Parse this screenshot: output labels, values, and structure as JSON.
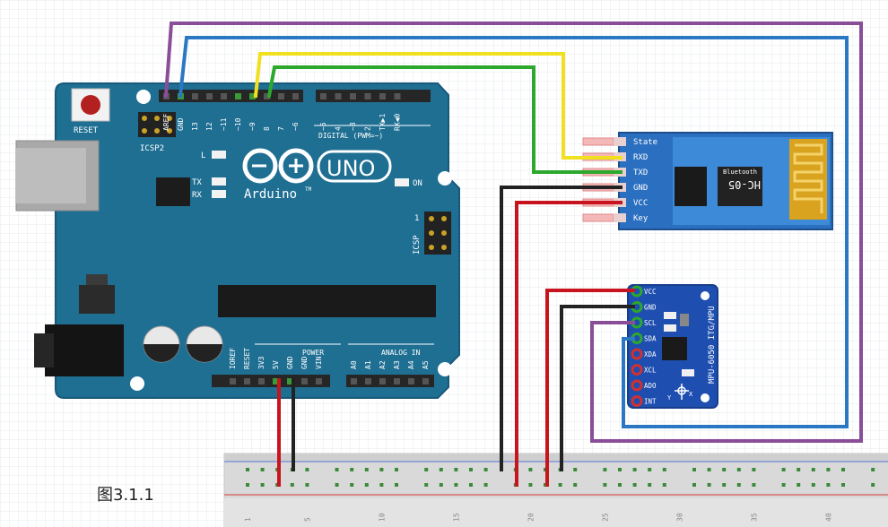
{
  "caption": "图3.1.1",
  "arduino": {
    "reset_label": "RESET",
    "icsp2_label": "ICSP2",
    "icsp_label": "ICSP",
    "icsp_pin1": "1",
    "logo_brand": "Arduino",
    "logo_tm": "TM",
    "logo_model": "UNO",
    "digital_label": "DIGITAL (PWM=~)",
    "power_label": "POWER",
    "analog_label": "ANALOG IN",
    "led_l": "L",
    "led_tx": "TX",
    "led_rx": "RX",
    "led_on": "ON",
    "digital_pins": [
      "AREF",
      "GND",
      "13",
      "12",
      "~11",
      "~10",
      "~9",
      "8",
      "7",
      "~6",
      "~5",
      "4",
      "~3",
      "2",
      "TX▶1",
      "RX◀0"
    ],
    "power_pins": [
      "IOREF",
      "RESET",
      "3V3",
      "5V",
      "GND",
      "GND",
      "VIN"
    ],
    "analog_pins": [
      "A0",
      "A1",
      "A2",
      "A3",
      "A4",
      "A5"
    ]
  },
  "hc05": {
    "pins": [
      "State",
      "RXD",
      "TXD",
      "GND",
      "VCC",
      "Key"
    ],
    "model": "HC-05",
    "brand": "Bluetooth"
  },
  "mpu": {
    "pins": [
      "VCC",
      "GND",
      "SCL",
      "SDA",
      "XDA",
      "XCL",
      "ADO",
      "INT"
    ],
    "model": "MPU-6050 ITG/MPU",
    "axis_x": "X",
    "axis_y": "Y"
  },
  "breadboard": {
    "column_numbers": [
      "1",
      "5",
      "10",
      "15",
      "20",
      "25",
      "30",
      "35",
      "40"
    ]
  },
  "colors": {
    "board": "#1f6f93",
    "board_edge": "#17587a",
    "hc05_board": "#2a6fc0",
    "mpu_board": "#1e4fb0",
    "wire_purple": "#8a4d98",
    "wire_blue": "#2a78c4",
    "wire_yellow": "#f0e020",
    "wire_green": "#2ca82c",
    "wire_black": "#222222",
    "wire_red": "#c8141e"
  }
}
